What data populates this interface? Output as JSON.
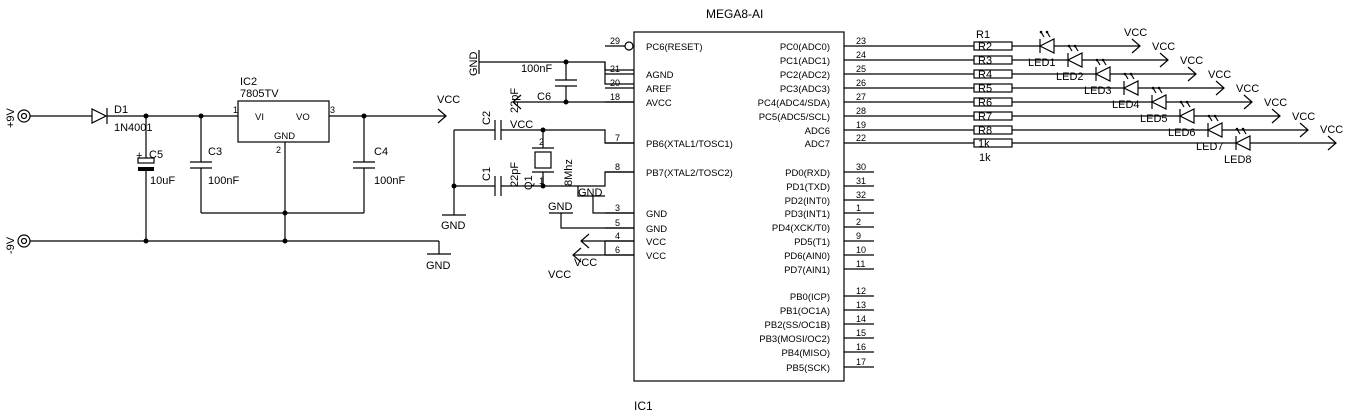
{
  "ic1": {
    "title": "MEGA8-AI",
    "ref": "IC1",
    "left_pins": [
      {
        "num": "29",
        "name": "PC6(RESET)"
      },
      {
        "num": "21",
        "name": "AGND"
      },
      {
        "num": "20",
        "name": "AREF"
      },
      {
        "num": "18",
        "name": "AVCC"
      },
      {
        "num": "7",
        "name": "PB6(XTAL1/TOSC1)"
      },
      {
        "num": "8",
        "name": "PB7(XTAL2/TOSC2)"
      },
      {
        "num": "3",
        "name": "GND"
      },
      {
        "num": "5",
        "name": "GND"
      },
      {
        "num": "4",
        "name": "VCC"
      },
      {
        "num": "6",
        "name": "VCC"
      }
    ],
    "right_pins": [
      {
        "num": "23",
        "name": "PC0(ADC0)"
      },
      {
        "num": "24",
        "name": "PC1(ADC1)"
      },
      {
        "num": "25",
        "name": "PC2(ADC2)"
      },
      {
        "num": "26",
        "name": "PC3(ADC3)"
      },
      {
        "num": "27",
        "name": "PC4(ADC4/SDA)"
      },
      {
        "num": "28",
        "name": "PC5(ADC5/SCL)"
      },
      {
        "num": "19",
        "name": "ADC6"
      },
      {
        "num": "22",
        "name": "ADC7"
      },
      {
        "num": "30",
        "name": "PD0(RXD)"
      },
      {
        "num": "31",
        "name": "PD1(TXD)"
      },
      {
        "num": "32",
        "name": "PD2(INT0)"
      },
      {
        "num": "1",
        "name": "PD3(INT1)"
      },
      {
        "num": "2",
        "name": "PD4(XCK/T0)"
      },
      {
        "num": "9",
        "name": "PD5(T1)"
      },
      {
        "num": "10",
        "name": "PD6(AIN0)"
      },
      {
        "num": "11",
        "name": "PD7(AIN1)"
      },
      {
        "num": "12",
        "name": "PB0(ICP)"
      },
      {
        "num": "13",
        "name": "PB1(OC1A)"
      },
      {
        "num": "14",
        "name": "PB2(SS/OC1B)"
      },
      {
        "num": "15",
        "name": "PB3(MOSI/OC2)"
      },
      {
        "num": "16",
        "name": "PB4(MISO)"
      },
      {
        "num": "17",
        "name": "PB5(SCK)"
      }
    ]
  },
  "power": {
    "pos_label": "+9V",
    "neg_label": "-9V",
    "d1_ref": "D1",
    "d1_value": "1N4001",
    "c5_ref": "C5",
    "c5_value": "10uF",
    "c5_plus": "+",
    "c3_ref": "C3",
    "c3_value": "100nF",
    "c4_ref": "C4",
    "c4_value": "100nF",
    "reg_ref": "IC2",
    "reg_value": "7805TV",
    "reg_vi": "VI",
    "reg_vo": "VO",
    "reg_gnd": "GND",
    "reg_pin1": "1",
    "reg_pin2": "2",
    "reg_pin3": "3",
    "vcc_label": "VCC",
    "gnd_label": "GND"
  },
  "analog": {
    "gnd_label": "GND",
    "c6_ref": "C6",
    "c6_value": "100nF"
  },
  "crystal": {
    "c2_ref": "C2",
    "c2_value": "22pF",
    "c1_ref": "C1",
    "c1_value": "22pF",
    "q1_ref": "Q1",
    "q1_value": "8Mhz",
    "q1_pin1": "1",
    "q1_pin2": "2",
    "gnd_label": "GND",
    "vcc_label": "VCC"
  },
  "digital_power": {
    "gnd1": "GND",
    "gnd2": "GND",
    "vcc": "VCC"
  },
  "resistors": {
    "ref": "R1",
    "value": "1k",
    "labels": [
      "R2",
      "R3",
      "R4",
      "R5",
      "R6",
      "R7",
      "R8",
      "1k"
    ]
  },
  "leds": [
    {
      "ref": "LED1",
      "vcc": "VCC"
    },
    {
      "ref": "LED2",
      "vcc": "VCC"
    },
    {
      "ref": "LED3",
      "vcc": "VCC"
    },
    {
      "ref": "LED4",
      "vcc": "VCC"
    },
    {
      "ref": "LED5",
      "vcc": "VCC"
    },
    {
      "ref": "LED6",
      "vcc": "VCC"
    },
    {
      "ref": "LED7",
      "vcc": "VCC"
    },
    {
      "ref": "LED8",
      "vcc": "VCC"
    }
  ]
}
